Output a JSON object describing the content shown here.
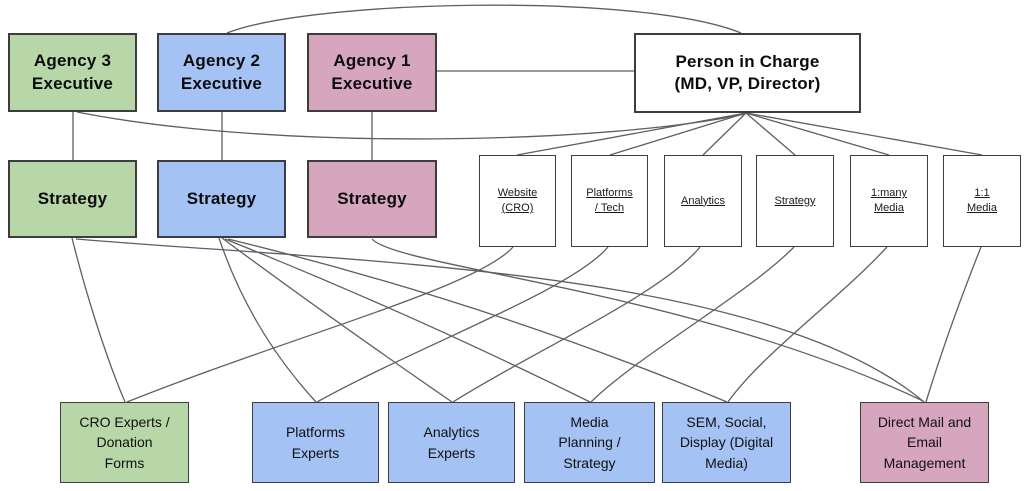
{
  "diagram": {
    "executives": {
      "agency3": {
        "label": "Agency 3\nExecutive",
        "fill": "#b7d7a8"
      },
      "agency2": {
        "label": "Agency 2\nExecutive",
        "fill": "#a4c2f4"
      },
      "agency1": {
        "label": "Agency 1\nExecutive",
        "fill": "#d5a6bd"
      },
      "person_in_charge": {
        "label": "Person in Charge\n(MD, VP, Director)",
        "fill": "#ffffff"
      }
    },
    "strategies": {
      "agency3_strategy": {
        "label": "Strategy",
        "fill": "#b7d7a8"
      },
      "agency2_strategy": {
        "label": "Strategy",
        "fill": "#a4c2f4"
      },
      "agency1_strategy": {
        "label": "Strategy",
        "fill": "#d5a6bd"
      }
    },
    "functions": {
      "website_cro": {
        "label": "Website\n(CRO)",
        "fill": "#ffffff"
      },
      "platforms_tech": {
        "label": "Platforms\n/ Tech",
        "fill": "#ffffff"
      },
      "analytics": {
        "label": "Analytics",
        "fill": "#ffffff"
      },
      "strategy": {
        "label": "Strategy",
        "fill": "#ffffff"
      },
      "one_to_many_media": {
        "label": "1:many\nMedia",
        "fill": "#ffffff"
      },
      "one_to_one_media": {
        "label": "1:1\nMedia",
        "fill": "#ffffff"
      }
    },
    "experts": {
      "cro_experts": {
        "label": "CRO Experts /\nDonation\nForms",
        "fill": "#b7d7a8"
      },
      "platforms_experts": {
        "label": "Platforms\nExperts",
        "fill": "#a4c2f4"
      },
      "analytics_experts": {
        "label": "Analytics\nExperts",
        "fill": "#a4c2f4"
      },
      "media_planning": {
        "label": "Media\nPlanning /\nStrategy",
        "fill": "#a4c2f4"
      },
      "sem_social_display": {
        "label": "SEM, Social,\nDisplay (Digital\nMedia)",
        "fill": "#a4c2f4"
      },
      "direct_mail_email": {
        "label": "Direct Mail and\nEmail\nManagement",
        "fill": "#d5a6bd"
      }
    },
    "colors": {
      "green_fill": "#b7d7a8",
      "blue_fill": "#a4c2f4",
      "pink_fill": "#d5a6bd",
      "white_fill": "#ffffff",
      "box_border": "#3d3d3d",
      "connector_line": "#5f5f5f",
      "background": "#ffffff"
    }
  }
}
